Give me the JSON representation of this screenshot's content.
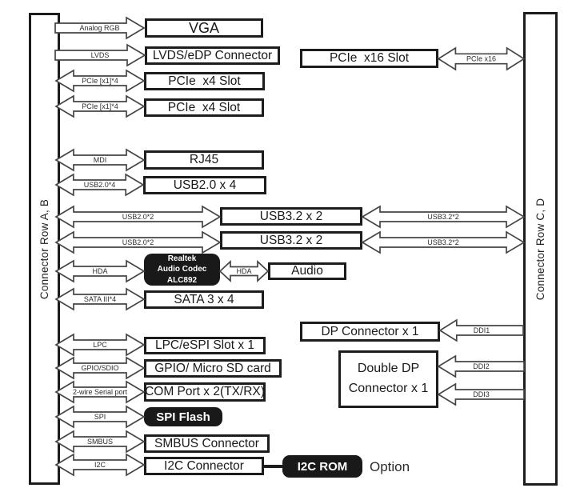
{
  "bars": {
    "left": "Connector Row A, B",
    "right": "Connector Row C, D"
  },
  "boxes": {
    "vga": "VGA",
    "lvds_edp": "LVDS/eDP Connector",
    "pcie_x4_slot_1": "PCIe  x4 Slot",
    "pcie_x4_slot_2": "PCIe  x4 Slot",
    "pcie_x16_slot": "PCIe  x16 Slot",
    "rj45": "RJ45",
    "usb2_x4": "USB2.0 x 4",
    "usb32_x2_1": "USB3.2 x 2",
    "usb32_x2_2": "USB3.2 x 2",
    "audio": "Audio",
    "sata": "SATA 3 x 4",
    "lpc_espi": "LPC/eSPI Slot x 1",
    "gpio_sd": "GPIO/ Micro SD card",
    "com_port": "COM Port x 2(TX/RX)",
    "spi_flash": "SPI Flash",
    "smbus_connector": "SMBUS Connector",
    "i2c_connector": "I2C Connector",
    "i2c_rom": "I2C ROM",
    "dp_connector": "DP Connector x 1",
    "double_dp": {
      "line1": "Double DP",
      "line2": "Connector x 1"
    }
  },
  "codec": {
    "line1": "Realtek",
    "line2": "Audio Codec",
    "line3": "ALC892"
  },
  "arrow_labels": {
    "analog_rgb": "Analog RGB",
    "lvds": "LVDS",
    "pcie_x1_a": "PCIe [x1]*4",
    "pcie_x1_b": "PCIe [x1]*4",
    "pcie_x16": "PCIe x16",
    "mdi": "MDI",
    "usb2_4": "USB2.0*4",
    "usb2_2a": "USB2.0*2",
    "usb2_2b": "USB2.0*2",
    "usb32_2a": "USB3.2*2",
    "usb32_2b": "USB3.2*2",
    "hda_left": "HDA",
    "hda_right": "HDA",
    "sata_iii": "SATA III*4",
    "lpc": "LPC",
    "gpio_sdio": "GPIO/SDIO",
    "serial": "2-wire Serial port",
    "spi": "SPI",
    "smbus": "SMBUS",
    "i2c": "I2C",
    "ddi1": "DDI1",
    "ddi2": "DDI2",
    "ddi3": "DDI3"
  },
  "option_label": "Option",
  "colors": {
    "box_border": "#1c1c1c",
    "arrow_stroke": "#454545",
    "black_box_fill": "#191919",
    "background": "#ffffff"
  }
}
